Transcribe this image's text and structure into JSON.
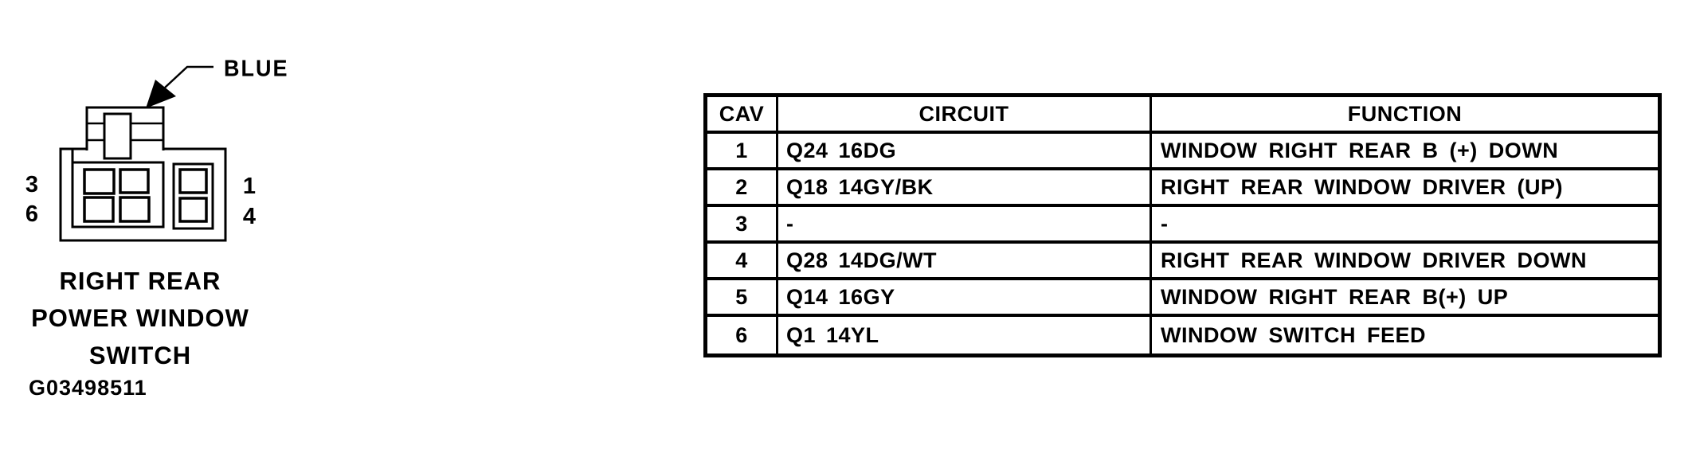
{
  "connector": {
    "color_label": "BLUE",
    "pins": {
      "left_top": "3",
      "left_bottom": "6",
      "right_top": "1",
      "right_bottom": "4"
    },
    "caption_lines": [
      "RIGHT REAR",
      "POWER WINDOW",
      "SWITCH"
    ],
    "figure_id": "G03498511"
  },
  "table": {
    "headers": [
      "CAV",
      "CIRCUIT",
      "FUNCTION"
    ],
    "rows": [
      [
        "1",
        "Q24 16DG",
        "WINDOW RIGHT REAR B (+) DOWN"
      ],
      [
        "2",
        "Q18 14GY/BK",
        "RIGHT REAR WINDOW DRIVER (UP)"
      ],
      [
        "3",
        "-",
        "-"
      ],
      [
        "4",
        "Q28 14DG/WT",
        "RIGHT REAR WINDOW DRIVER DOWN"
      ],
      [
        "5",
        "Q14 16GY",
        "WINDOW RIGHT REAR B(+) UP"
      ],
      [
        "6",
        "Q1 14YL",
        "WINDOW SWITCH FEED"
      ]
    ]
  },
  "colors": {
    "ink": "#000000",
    "paper": "#ffffff"
  }
}
